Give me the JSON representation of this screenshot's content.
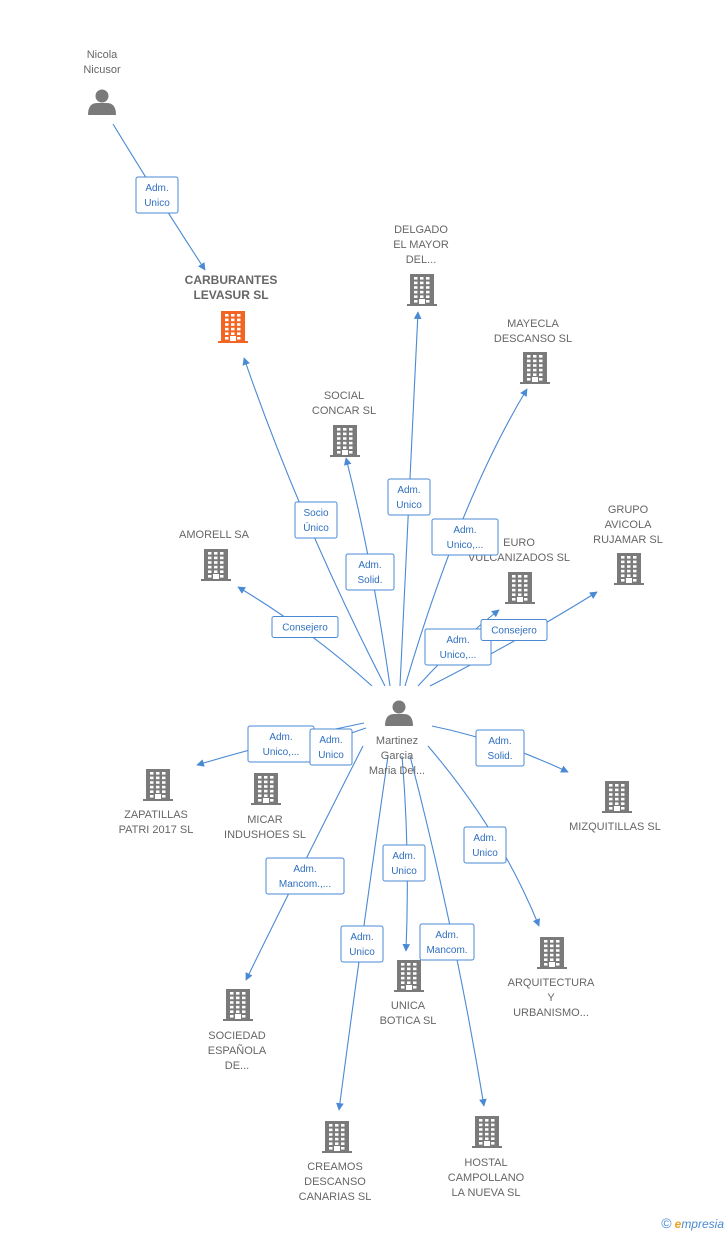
{
  "colors": {
    "edge": "#4a8ad4",
    "node_icon": "#7a7a7a",
    "highlight": "#f26522",
    "label": "#666666"
  },
  "nodes": [
    {
      "id": "nicola",
      "type": "person",
      "lines": [
        "Nicola",
        "Nicusor"
      ]
    },
    {
      "id": "carburantes",
      "type": "company",
      "highlight": true,
      "lines": [
        "CARBURANTES",
        "LEVASUR  SL"
      ]
    },
    {
      "id": "delgado",
      "type": "company",
      "lines": [
        "DELGADO",
        "EL MAYOR",
        "DEL..."
      ]
    },
    {
      "id": "mayecla",
      "type": "company",
      "lines": [
        "MAYECLA",
        "DESCANSO  SL"
      ]
    },
    {
      "id": "social",
      "type": "company",
      "lines": [
        "SOCIAL",
        "CONCAR  SL"
      ]
    },
    {
      "id": "amorell",
      "type": "company",
      "lines": [
        "AMORELL SA"
      ]
    },
    {
      "id": "euro",
      "type": "company",
      "lines": [
        "EURO",
        "VULCANIZADOS SL"
      ]
    },
    {
      "id": "grupo",
      "type": "company",
      "lines": [
        "GRUPO",
        "AVICOLA",
        "RUJAMAR  SL"
      ]
    },
    {
      "id": "martinez",
      "type": "person",
      "lines": [
        "Martinez",
        "Garcia",
        "Maria Del..."
      ]
    },
    {
      "id": "zapatillas",
      "type": "company",
      "lines": [
        "ZAPATILLAS",
        "PATRI 2017  SL"
      ]
    },
    {
      "id": "micar",
      "type": "company",
      "lines": [
        "MICAR",
        "INDUSHOES SL"
      ]
    },
    {
      "id": "mizquitillas",
      "type": "company",
      "lines": [
        "MIZQUITILLAS SL"
      ]
    },
    {
      "id": "arquitectura",
      "type": "company",
      "lines": [
        "ARQUITECTURA",
        "Y",
        "URBANISMO..."
      ]
    },
    {
      "id": "sociedad",
      "type": "company",
      "lines": [
        "SOCIEDAD",
        "ESPAÑOLA",
        "DE..."
      ]
    },
    {
      "id": "unica",
      "type": "company",
      "lines": [
        "UNICA",
        "BOTICA  SL"
      ]
    },
    {
      "id": "creamos",
      "type": "company",
      "lines": [
        "CREAMOS",
        "DESCANSO",
        "CANARIAS  SL"
      ]
    },
    {
      "id": "hostal",
      "type": "company",
      "lines": [
        "HOSTAL",
        "CAMPOLLANO",
        "LA NUEVA SL"
      ]
    }
  ],
  "edges": [
    {
      "from": "nicola",
      "to": "carburantes",
      "lines": [
        "Adm.",
        "Unico"
      ]
    },
    {
      "from": "martinez",
      "to": "carburantes",
      "lines": [
        "Socio",
        "Único"
      ]
    },
    {
      "from": "martinez",
      "to": "social",
      "lines": [
        "Adm.",
        "Solid."
      ]
    },
    {
      "from": "martinez",
      "to": "delgado",
      "lines": [
        "Adm.",
        "Unico"
      ]
    },
    {
      "from": "martinez",
      "to": "mayecla",
      "lines": [
        "Adm.",
        "Unico,..."
      ]
    },
    {
      "from": "martinez",
      "to": "amorell",
      "lines": [
        "Consejero"
      ]
    },
    {
      "from": "martinez",
      "to": "euro",
      "lines": [
        "Adm.",
        "Unico,..."
      ]
    },
    {
      "from": "martinez",
      "to": "grupo",
      "lines": [
        "Consejero"
      ]
    },
    {
      "from": "martinez",
      "to": "zapatillas",
      "lines": [
        "Adm.",
        "Unico,..."
      ]
    },
    {
      "from": "martinez",
      "to": "micar",
      "lines": [
        "Adm.",
        "Unico"
      ]
    },
    {
      "from": "martinez",
      "to": "mizquitillas",
      "lines": [
        "Adm.",
        "Solid."
      ]
    },
    {
      "from": "martinez",
      "to": "arquitectura",
      "lines": [
        "Adm.",
        "Unico"
      ]
    },
    {
      "from": "martinez",
      "to": "sociedad",
      "lines": [
        "Adm.",
        "Mancom.,..."
      ]
    },
    {
      "from": "martinez",
      "to": "unica",
      "lines": [
        "Adm.",
        "Unico"
      ]
    },
    {
      "from": "martinez",
      "to": "creamos",
      "lines": [
        "Adm.",
        "Unico"
      ]
    },
    {
      "from": "martinez",
      "to": "hostal",
      "lines": [
        "Adm.",
        "Mancom."
      ]
    }
  ],
  "footer": {
    "copyright": "©",
    "brand_e": "e",
    "brand_rest": "mpresia"
  }
}
